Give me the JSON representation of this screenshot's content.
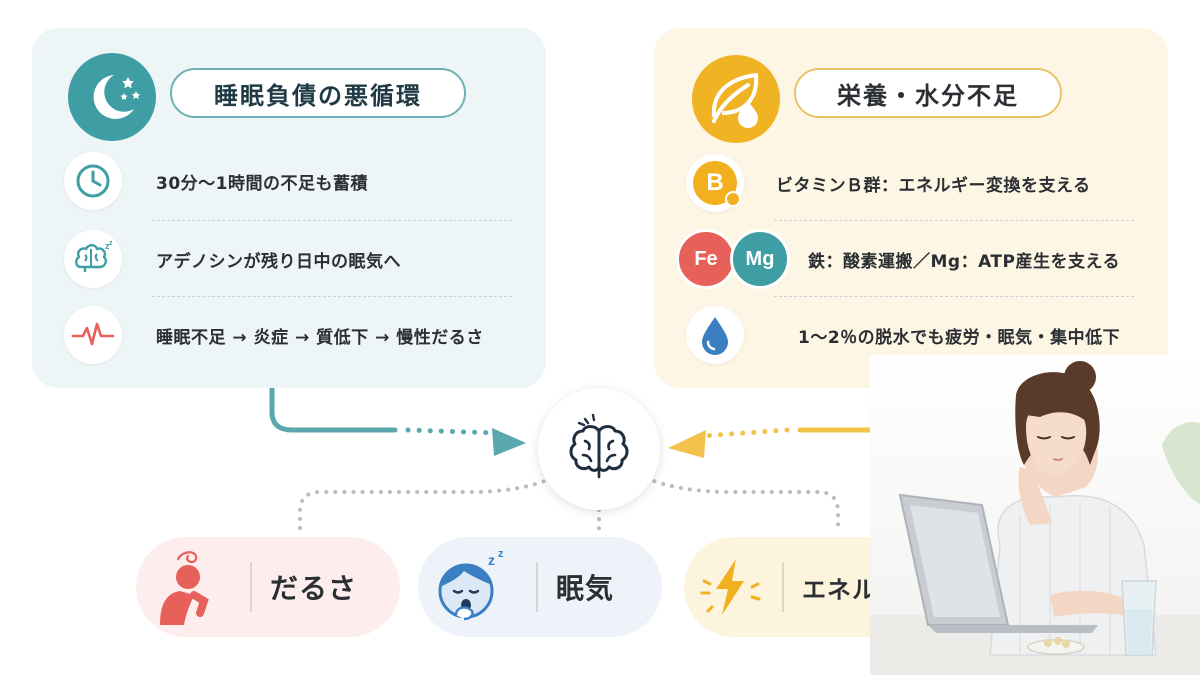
{
  "sleep_panel": {
    "title": "睡眠負債の悪循環",
    "icon": "moon-stars-icon",
    "accent": "#3f9ea3",
    "items": [
      {
        "icon": "clock-icon",
        "text": "30分～1時間の不足も蓄積"
      },
      {
        "icon": "brain-zzz-icon",
        "text": "アデノシンが残り日中の眠気へ"
      },
      {
        "icon": "heartbeat-icon",
        "text": "睡眠不足 → 炎症 → 質低下 → 慢性だるさ"
      }
    ]
  },
  "nutrition_panel": {
    "title": "栄養・水分不足",
    "icon": "leaf-drop-icon",
    "accent": "#f0b323",
    "items": [
      {
        "icon": "vitamin-b-icon",
        "badge": "B",
        "text": "ビタミンＢ群：エネルギー変換を支える"
      },
      {
        "icon": "fe-mg-icon",
        "badges": [
          "Fe",
          "Mg"
        ],
        "text": "鉄：酸素運搬／Mg：ATP産生を支える"
      },
      {
        "icon": "water-drop-icon",
        "text": "1～2％の脱水でも疲労・眠気・集中低下"
      }
    ]
  },
  "hub": {
    "icon": "brain-icon"
  },
  "symptoms": [
    {
      "icon": "tired-person-icon",
      "label": "だるさ",
      "color": "#e8605a"
    },
    {
      "icon": "yawning-face-icon",
      "label": "眠気",
      "color": "#3a7fc1"
    },
    {
      "icon": "lightning-icon",
      "label": "エネルギー切れ",
      "color": "#f2b01e"
    }
  ],
  "colors": {
    "teal": "#5aa7ad",
    "yellow": "#f3c24a",
    "gray_dots": "#b9bdc1"
  }
}
